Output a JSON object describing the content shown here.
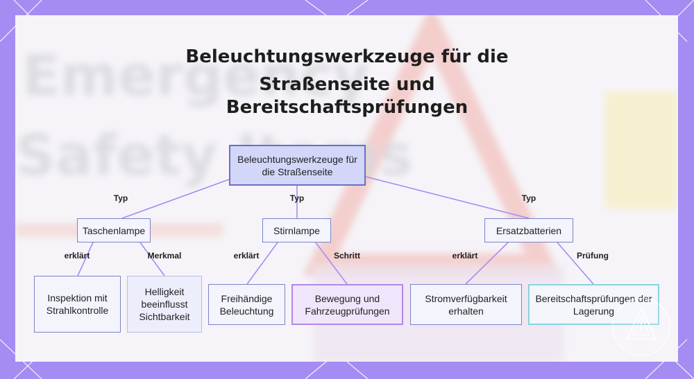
{
  "title": {
    "line1": "Beleuchtungswerkzeuge für die",
    "line2": "Straßenseite und",
    "line3": "Bereitschaftsprüfungen"
  },
  "background": {
    "watermark_line1": "Emergency",
    "watermark_line2": "Safety Items"
  },
  "diagram": {
    "root": "Beleuchtungswerkzeuge für die Straßenseite",
    "branches": [
      {
        "edge_label": "Typ",
        "label": "Taschenlampe",
        "children": [
          {
            "edge_label": "erklärt",
            "label": "Inspektion mit Strahlkontrolle"
          },
          {
            "edge_label": "Merkmal",
            "label": "Helligkeit beeinflusst Sichtbarkeit"
          }
        ]
      },
      {
        "edge_label": "Typ",
        "label": "Stirnlampe",
        "children": [
          {
            "edge_label": "erklärt",
            "label": "Freihändige Beleuchtung"
          },
          {
            "edge_label": "Schritt",
            "label": "Bewegung und Fahrzeugprüfungen"
          }
        ]
      },
      {
        "edge_label": "Typ",
        "label": "Ersatzbatterien",
        "children": [
          {
            "edge_label": "erklärt",
            "label": "Stromverfügbarkeit erhalten"
          },
          {
            "edge_label": "Prüfung",
            "label": "Bereitschaftsprüfungen der Lagerung"
          }
        ]
      }
    ]
  },
  "colors": {
    "frame": "#a48cf2",
    "edge": "#a48cf2",
    "root_fill": "#d2d6f8",
    "node_border": "#7b82c8",
    "purple_leaf_fill": "#f0e6fb",
    "teal_leaf_border": "#8bd2e0"
  }
}
